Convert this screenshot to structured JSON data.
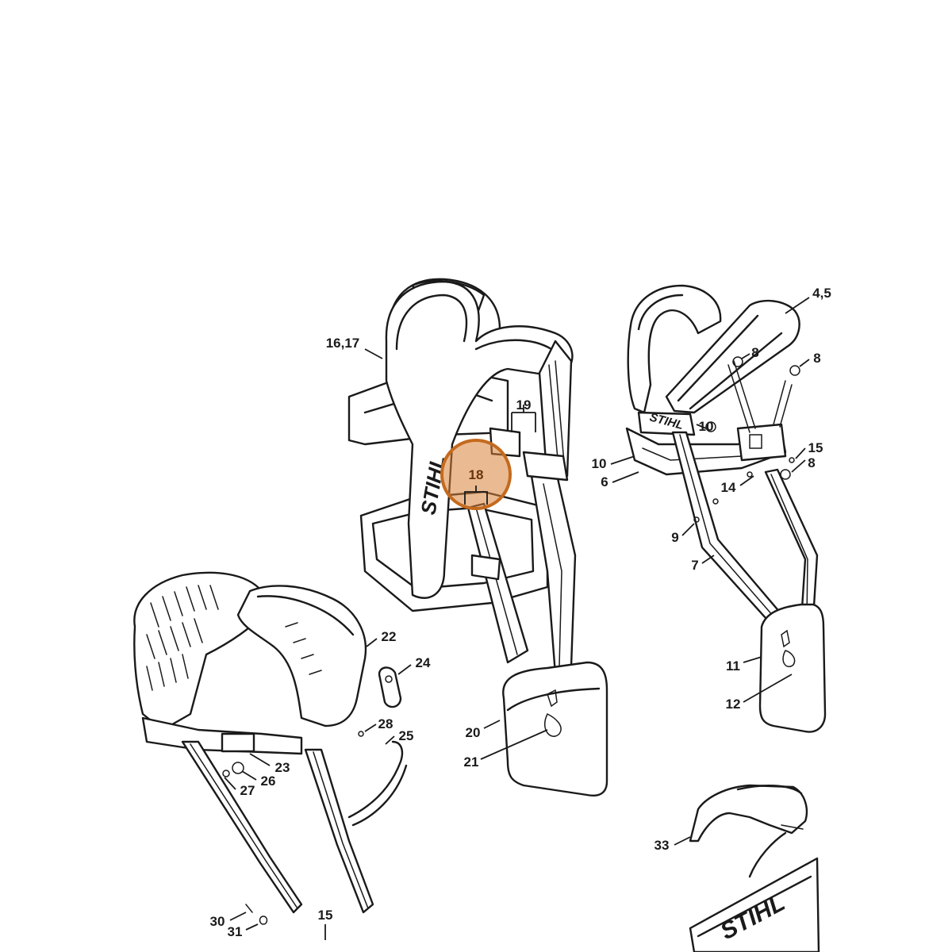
{
  "brand_mark": "STIHL",
  "highlight": {
    "label": "18",
    "color": "#d9833a"
  },
  "callouts": [
    "16,17",
    "19",
    "4,5",
    "8",
    "8",
    "10",
    "10",
    "6",
    "15",
    "8",
    "14",
    "9",
    "7",
    "11",
    "12",
    "22",
    "24",
    "28",
    "25",
    "23",
    "26",
    "27",
    "20",
    "21",
    "33",
    "30",
    "31",
    "15"
  ]
}
